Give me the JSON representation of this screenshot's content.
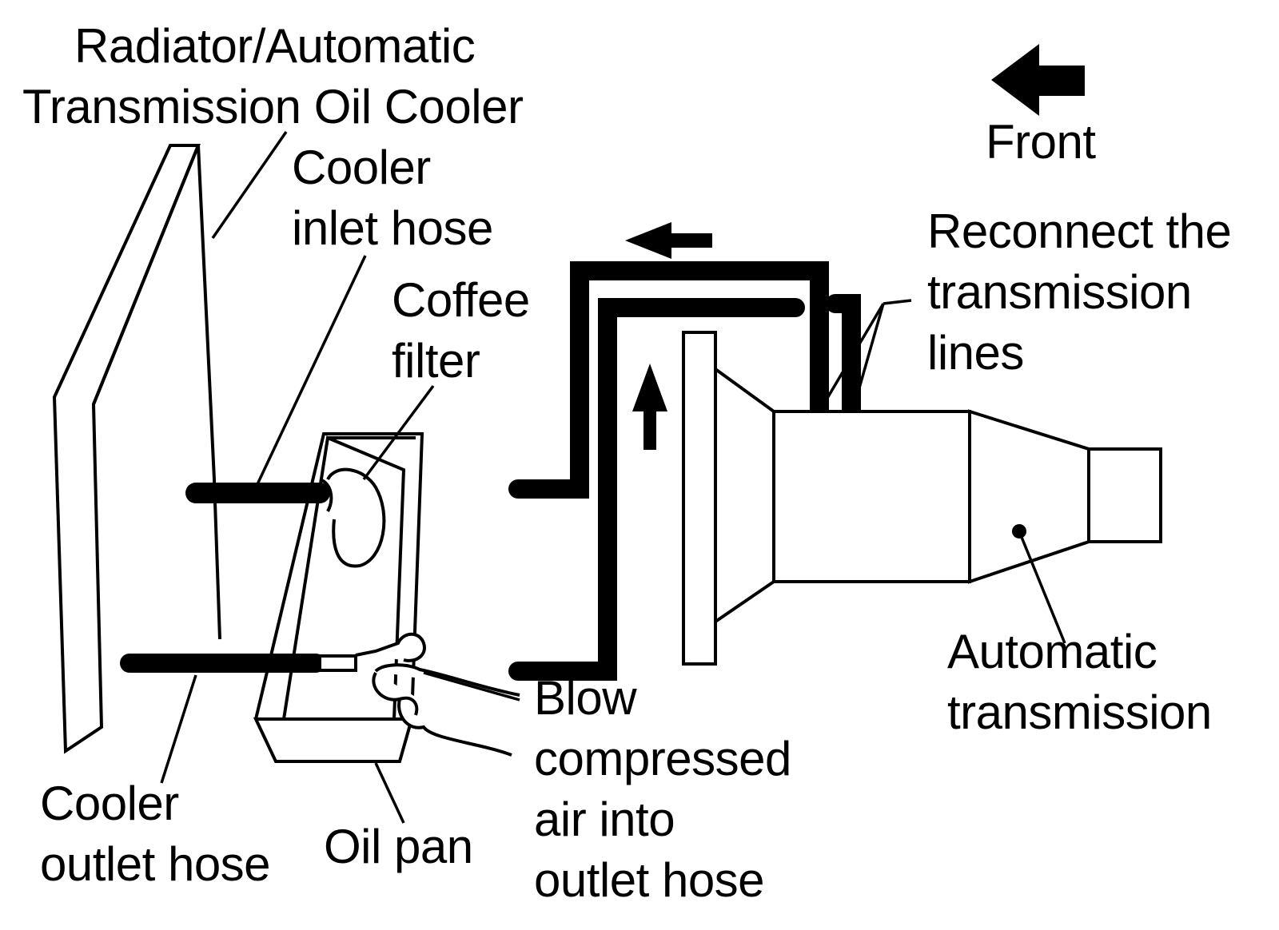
{
  "labels": {
    "radiator": [
      "Radiator/Automatic",
      "Transmission Oil Cooler"
    ],
    "front": "Front",
    "cooler_inlet": [
      "Cooler",
      "inlet hose"
    ],
    "coffee_filter": [
      "Coffee",
      "filter"
    ],
    "reconnect": [
      "Reconnect the",
      "transmission",
      "lines"
    ],
    "automatic_transmission": [
      "Automatic",
      "transmission"
    ],
    "blow": [
      "Blow",
      "compressed",
      "air into",
      "outlet hose"
    ],
    "cooler_outlet": [
      "Cooler",
      "outlet hose"
    ],
    "oil_pan": "Oil pan"
  },
  "colors": {
    "ink": "#000000",
    "paper": "#ffffff"
  }
}
